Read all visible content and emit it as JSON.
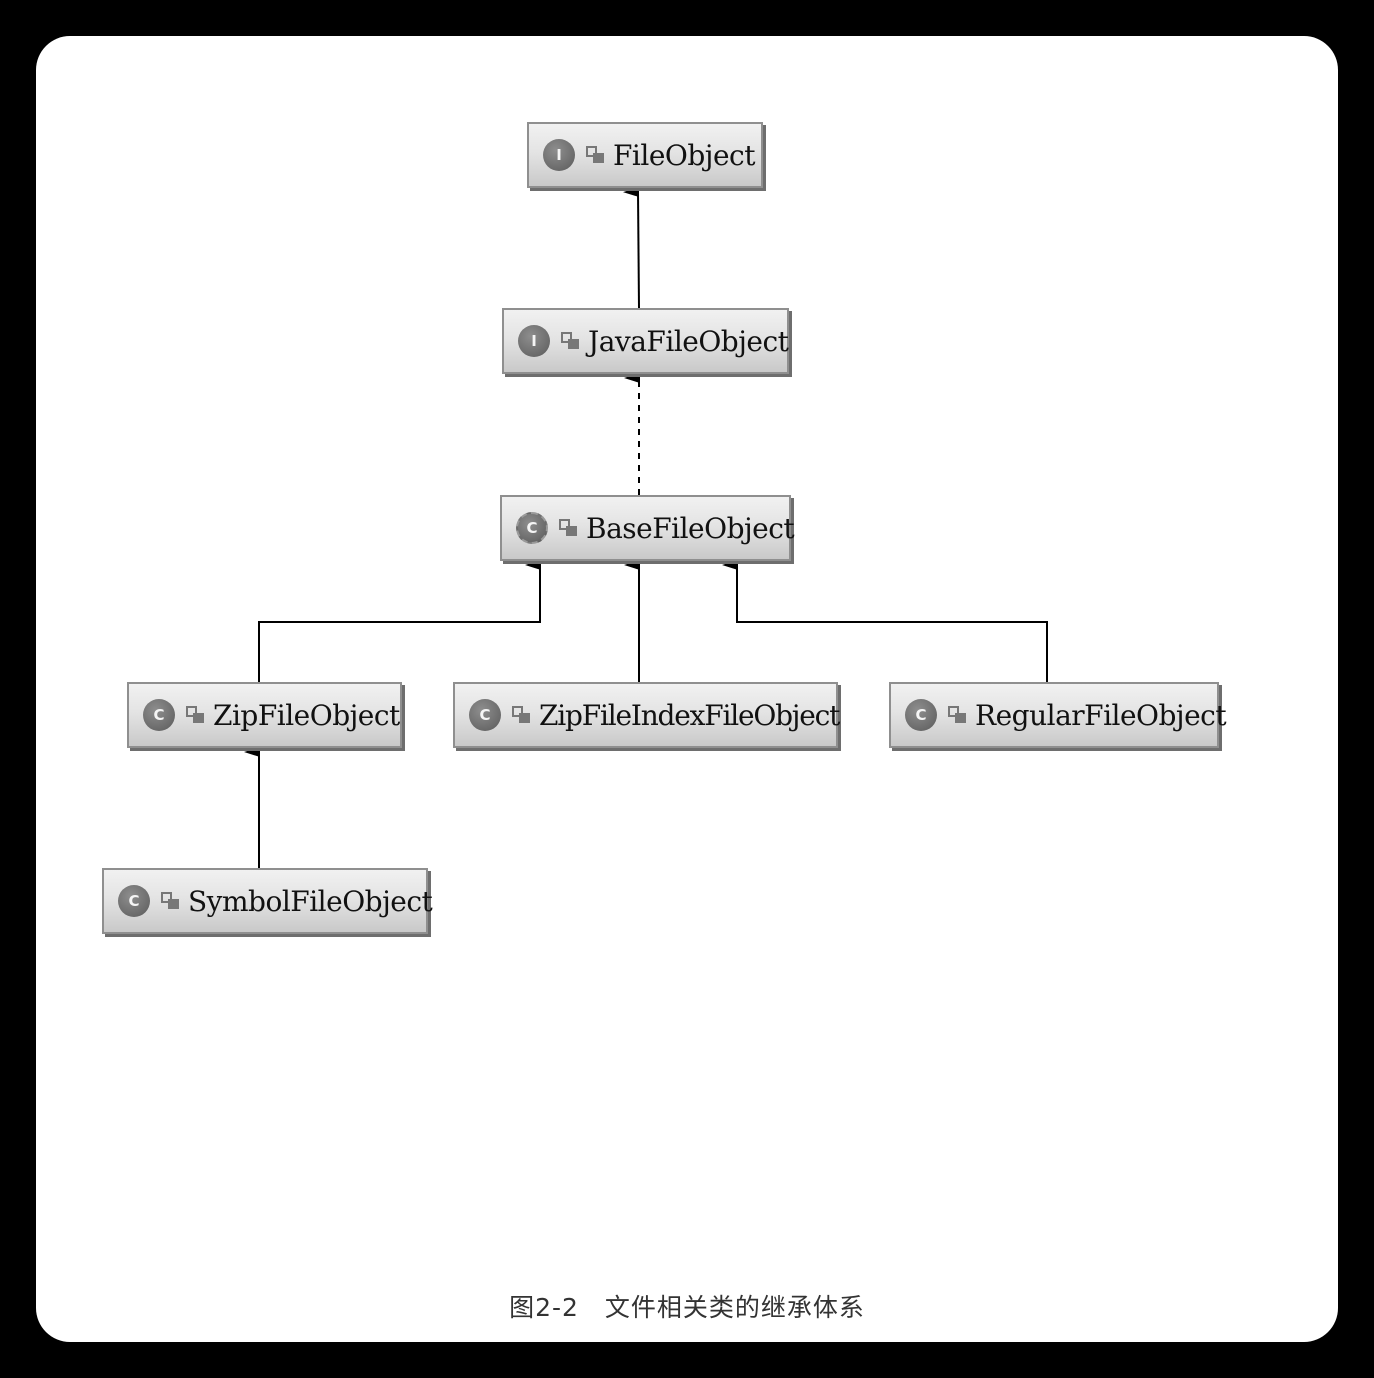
{
  "diagram": {
    "nodes": [
      {
        "id": "fileobject",
        "kind": "I",
        "label": "FileObject"
      },
      {
        "id": "javafileobject",
        "kind": "I",
        "label": "JavaFileObject"
      },
      {
        "id": "basefileobject",
        "kind": "C",
        "label": "BaseFileObject"
      },
      {
        "id": "zipfileobject",
        "kind": "C",
        "label": "ZipFileObject"
      },
      {
        "id": "zipfileindexfileobject",
        "kind": "C",
        "label": "ZipFileIndexFileObject"
      },
      {
        "id": "regularfileobject",
        "kind": "C",
        "label": "RegularFileObject"
      },
      {
        "id": "symbolfileobject",
        "kind": "C",
        "label": "SymbolFileObject"
      }
    ],
    "edges": [
      {
        "from": "javafileobject",
        "to": "fileobject",
        "style": "solid"
      },
      {
        "from": "basefileobject",
        "to": "javafileobject",
        "style": "dashed"
      },
      {
        "from": "zipfileobject",
        "to": "basefileobject",
        "style": "solid"
      },
      {
        "from": "zipfileindexfileobject",
        "to": "basefileobject",
        "style": "solid"
      },
      {
        "from": "regularfileobject",
        "to": "basefileobject",
        "style": "solid"
      },
      {
        "from": "symbolfileobject",
        "to": "zipfileobject",
        "style": "solid"
      }
    ]
  },
  "caption": "图2-2　文件相关类的继承体系"
}
